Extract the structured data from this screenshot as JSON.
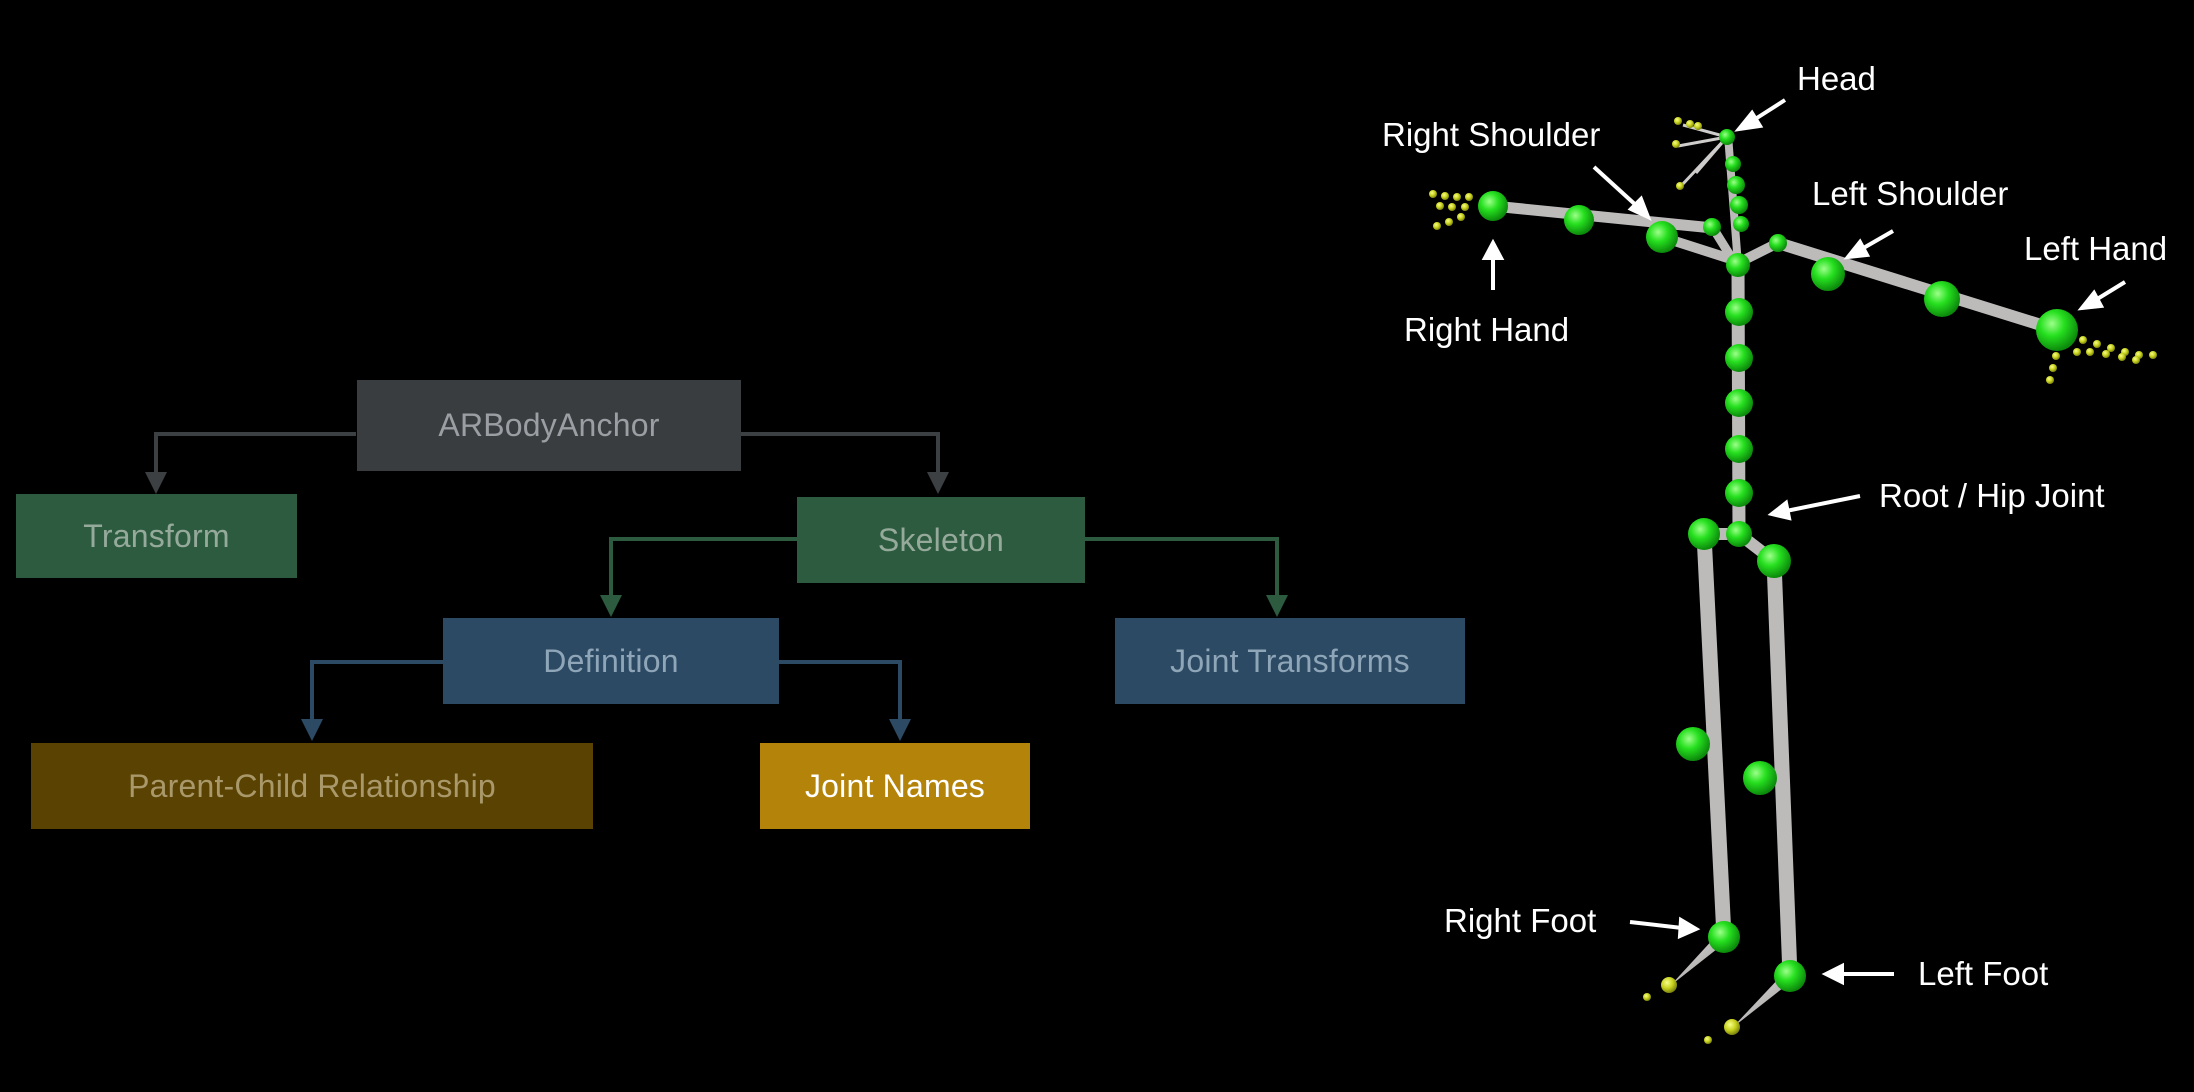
{
  "tree": {
    "root": "ARBodyAnchor",
    "transform": "Transform",
    "skeleton": "Skeleton",
    "definition": "Definition",
    "joint_transforms": "Joint Transforms",
    "parent_child": "Parent-Child Relationship",
    "joint_names": "Joint Names"
  },
  "colors": {
    "root_bg": "#3a3d40",
    "root_text": "#9b9fa3",
    "green_bg": "#2c5b3f",
    "green_text": "#96aa9c",
    "blue_bg": "#2c4a63",
    "blue_text": "#8fa5b8",
    "dim_gold_bg": "#5a4302",
    "dim_gold_text": "#a9986a",
    "gold_bg": "#b4830a",
    "gold_text": "#ffffff",
    "joint": "#1fd71f",
    "bone": "#b9b6b6",
    "finger": "#c8d21e"
  },
  "labels": {
    "head": "Head",
    "right_shoulder": "Right Shoulder",
    "left_shoulder": "Left Shoulder",
    "left_hand": "Left Hand",
    "right_hand": "Right Hand",
    "root_hip": "Root / Hip Joint",
    "right_foot": "Right Foot",
    "left_foot": "Left Foot"
  }
}
